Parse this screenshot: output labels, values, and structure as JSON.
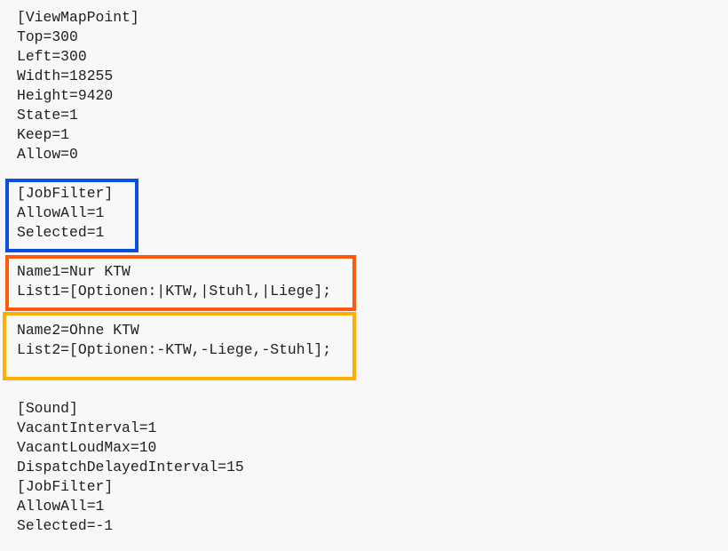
{
  "colors": {
    "blue_box": "#0a4fe0",
    "orange_box": "#ff5a0a",
    "yellow_box": "#ffad00"
  },
  "view_map_point": [
    "[ViewMapPoint]",
    "Top=300",
    "Left=300",
    "Width=18255",
    "Height=9420",
    "State=1",
    "Keep=1",
    "Allow=0"
  ],
  "job_filter": [
    "[JobFilter]",
    "AllowAll=1",
    "Selected=1"
  ],
  "filter1": [
    "Name1=Nur KTW",
    "List1=[Optionen:|KTW,|Stuhl,|Liege];"
  ],
  "filter2": [
    "Name2=Ohne KTW",
    "List2=[Optionen:-KTW,-Liege,-Stuhl];"
  ],
  "sound": [
    "[Sound]",
    "VacantInterval=1",
    "VacantLoudMax=10",
    "DispatchDelayedInterval=15",
    "[JobFilter]",
    "AllowAll=1",
    "Selected=-1"
  ]
}
